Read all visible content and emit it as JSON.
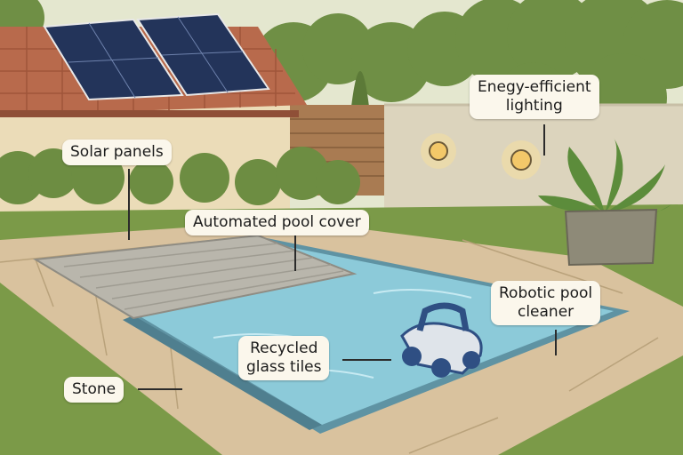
{
  "labels": {
    "solar_panels": "Solar panels",
    "lighting_line1": "Enegy-efficient",
    "lighting_line2": "lighting",
    "pool_cover": "Automated pool cover",
    "cleaner_line1": "Robotic pool",
    "cleaner_line2": "cleaner",
    "tiles_line1": "Recycled",
    "tiles_line2": "glass tiles",
    "stone": "Stone"
  },
  "colors": {
    "sky": "#e4e7cf",
    "roof_tile": "#b86a4c",
    "solar_panel": "#23345a",
    "wall": "#ddd5be",
    "grass": "#7b9a48",
    "stone_deck": "#d9c29e",
    "water": "#8ccad9",
    "pool_cover": "#b9b6ac",
    "robot": "#2f4f83",
    "label_bg": "#fbf7ec"
  }
}
